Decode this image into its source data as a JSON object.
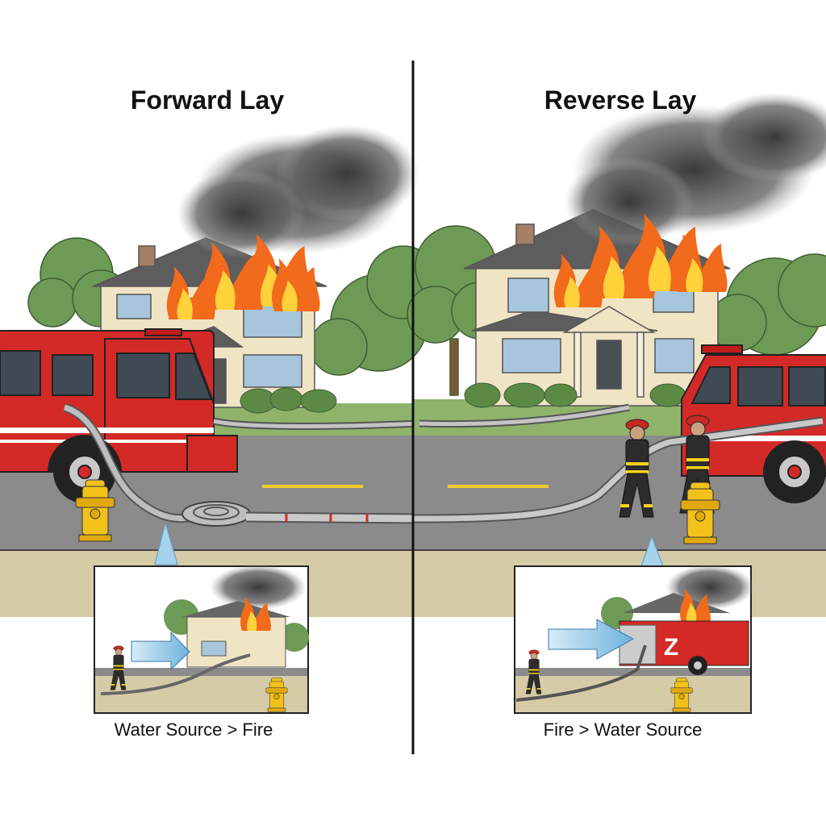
{
  "left_panel": {
    "title": "Forward Lay",
    "caption": "Water Source > Fire"
  },
  "right_panel": {
    "title": "Reverse Lay",
    "caption": "Fire > Water Source",
    "truck_marking": "Z"
  },
  "colors": {
    "truck_red": "#d42a27",
    "hydrant_yellow": "#f2c21b",
    "road_gray": "#8a8a8a",
    "arrow_blue": "#8cc4e6",
    "flame_orange": "#f26a1b"
  }
}
